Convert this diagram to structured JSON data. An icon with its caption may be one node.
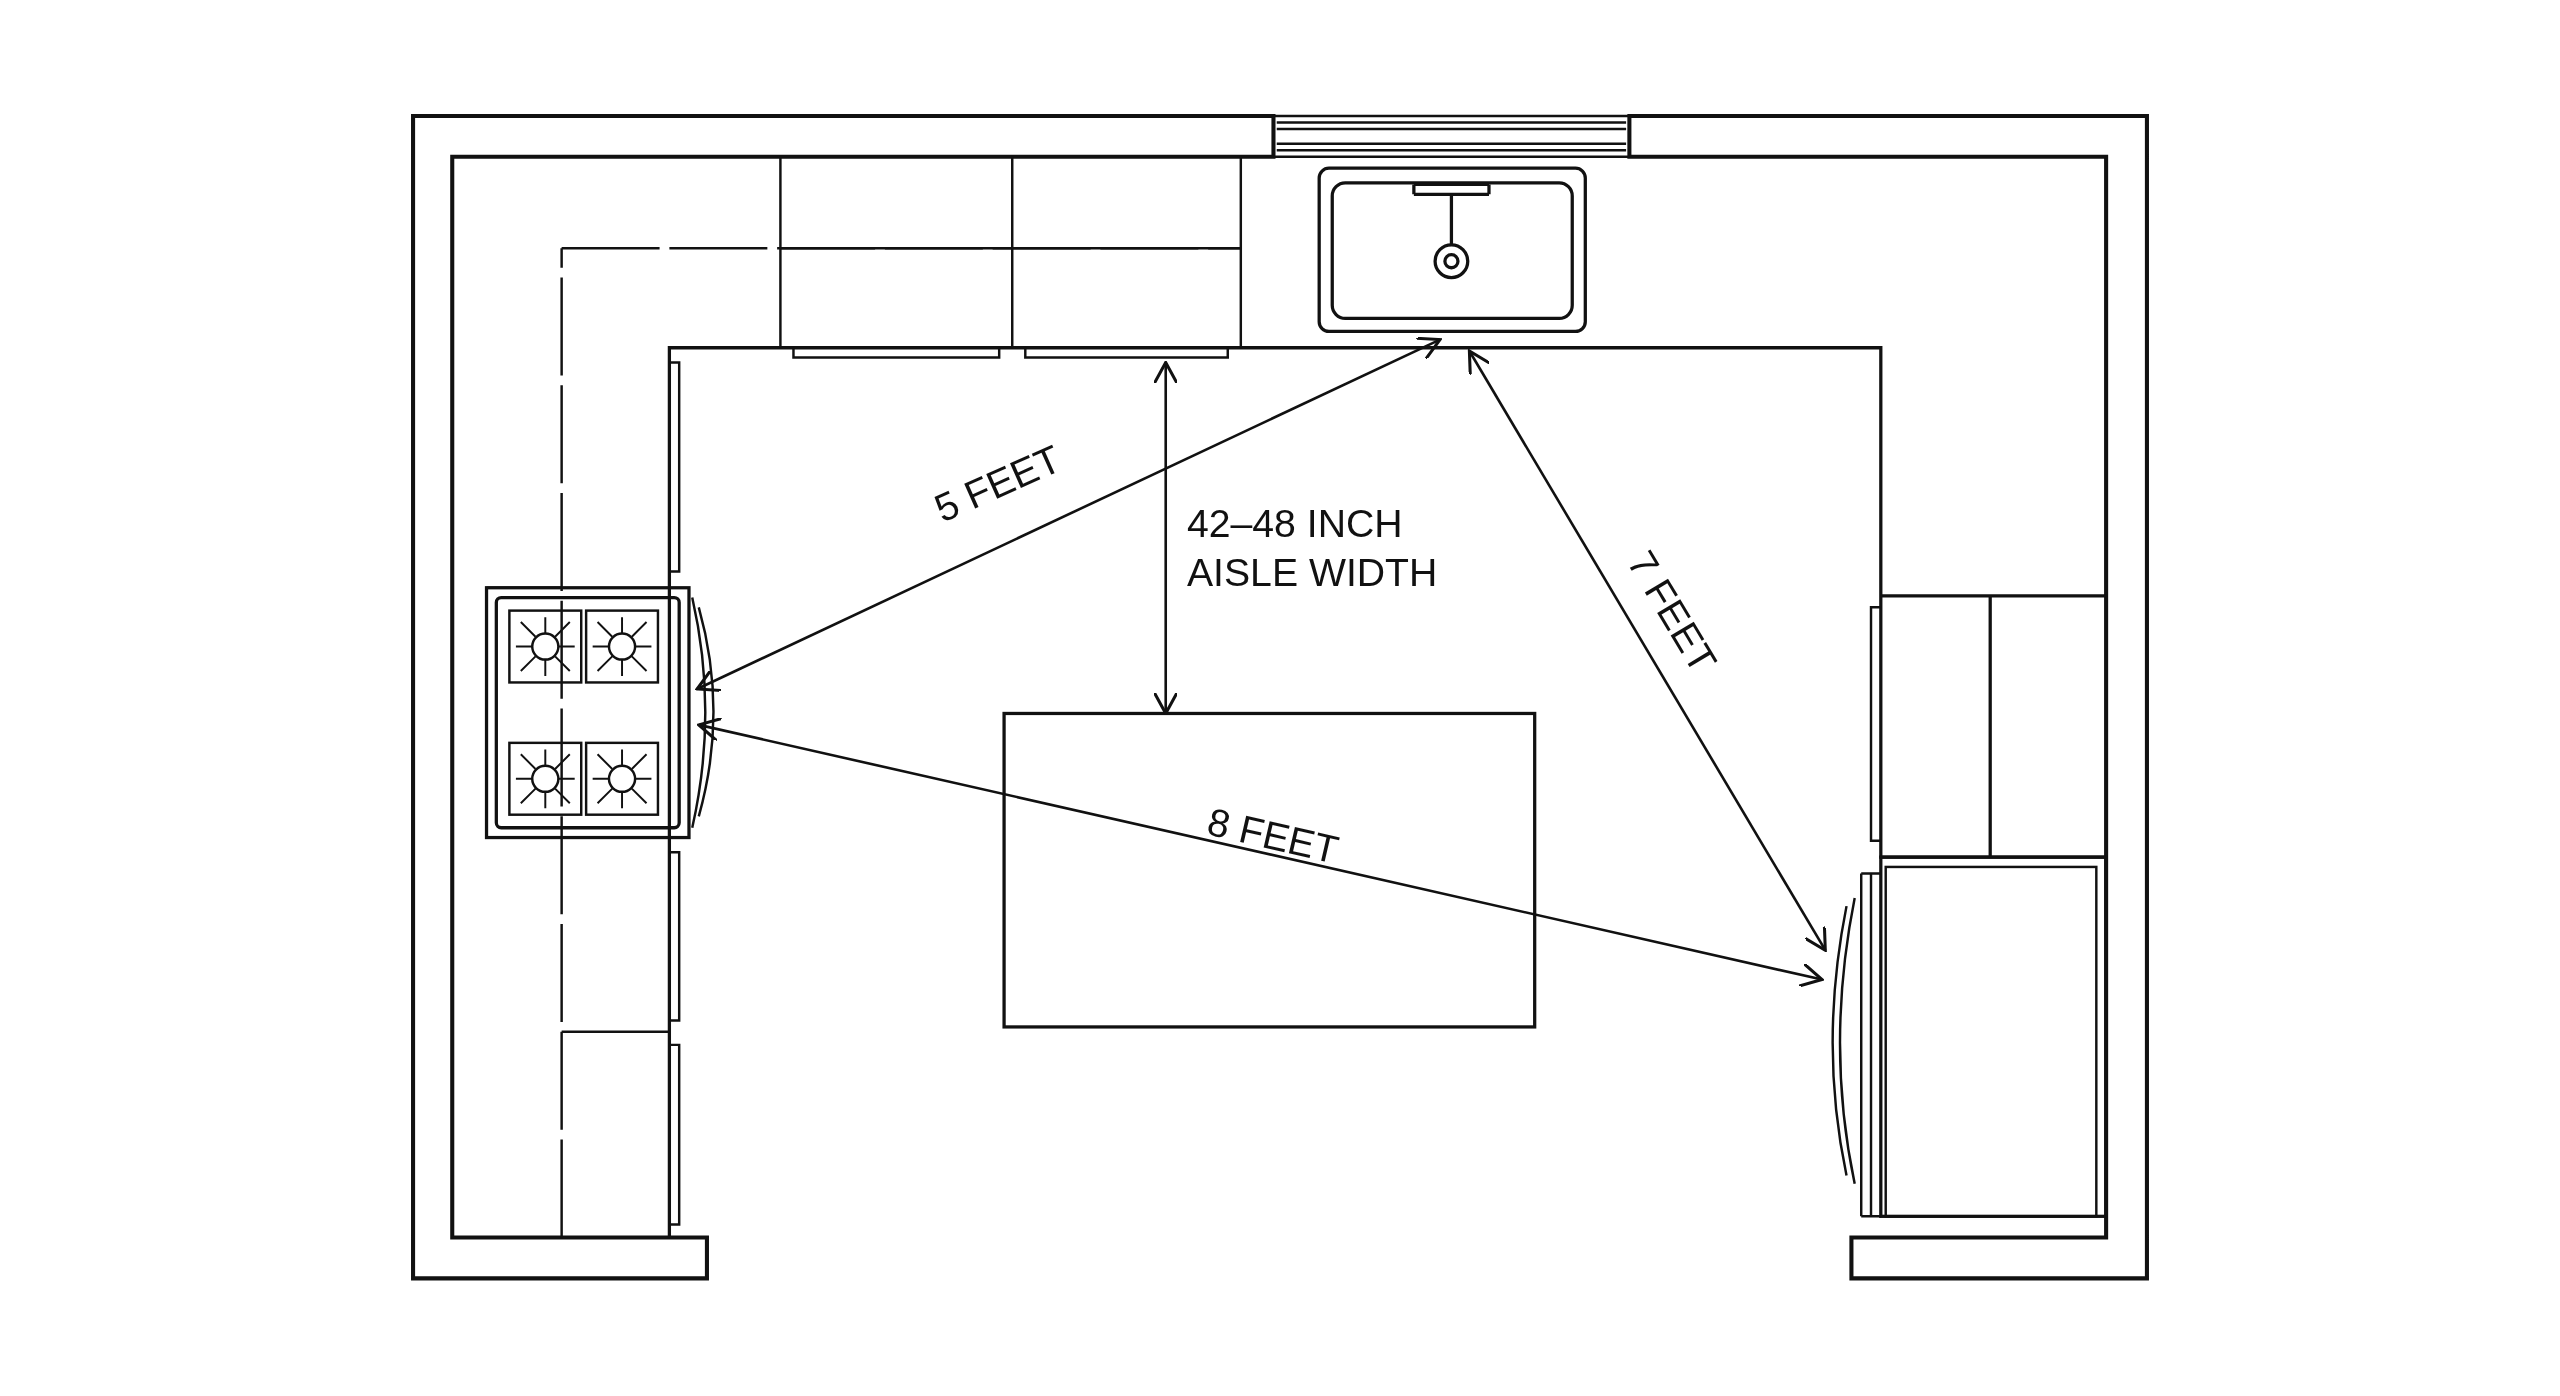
{
  "diagram": {
    "labels": [
      "5 FEET",
      "42–48 INCH AISLE WIDTH",
      "7 FEET",
      "8 FEET"
    ]
  }
}
